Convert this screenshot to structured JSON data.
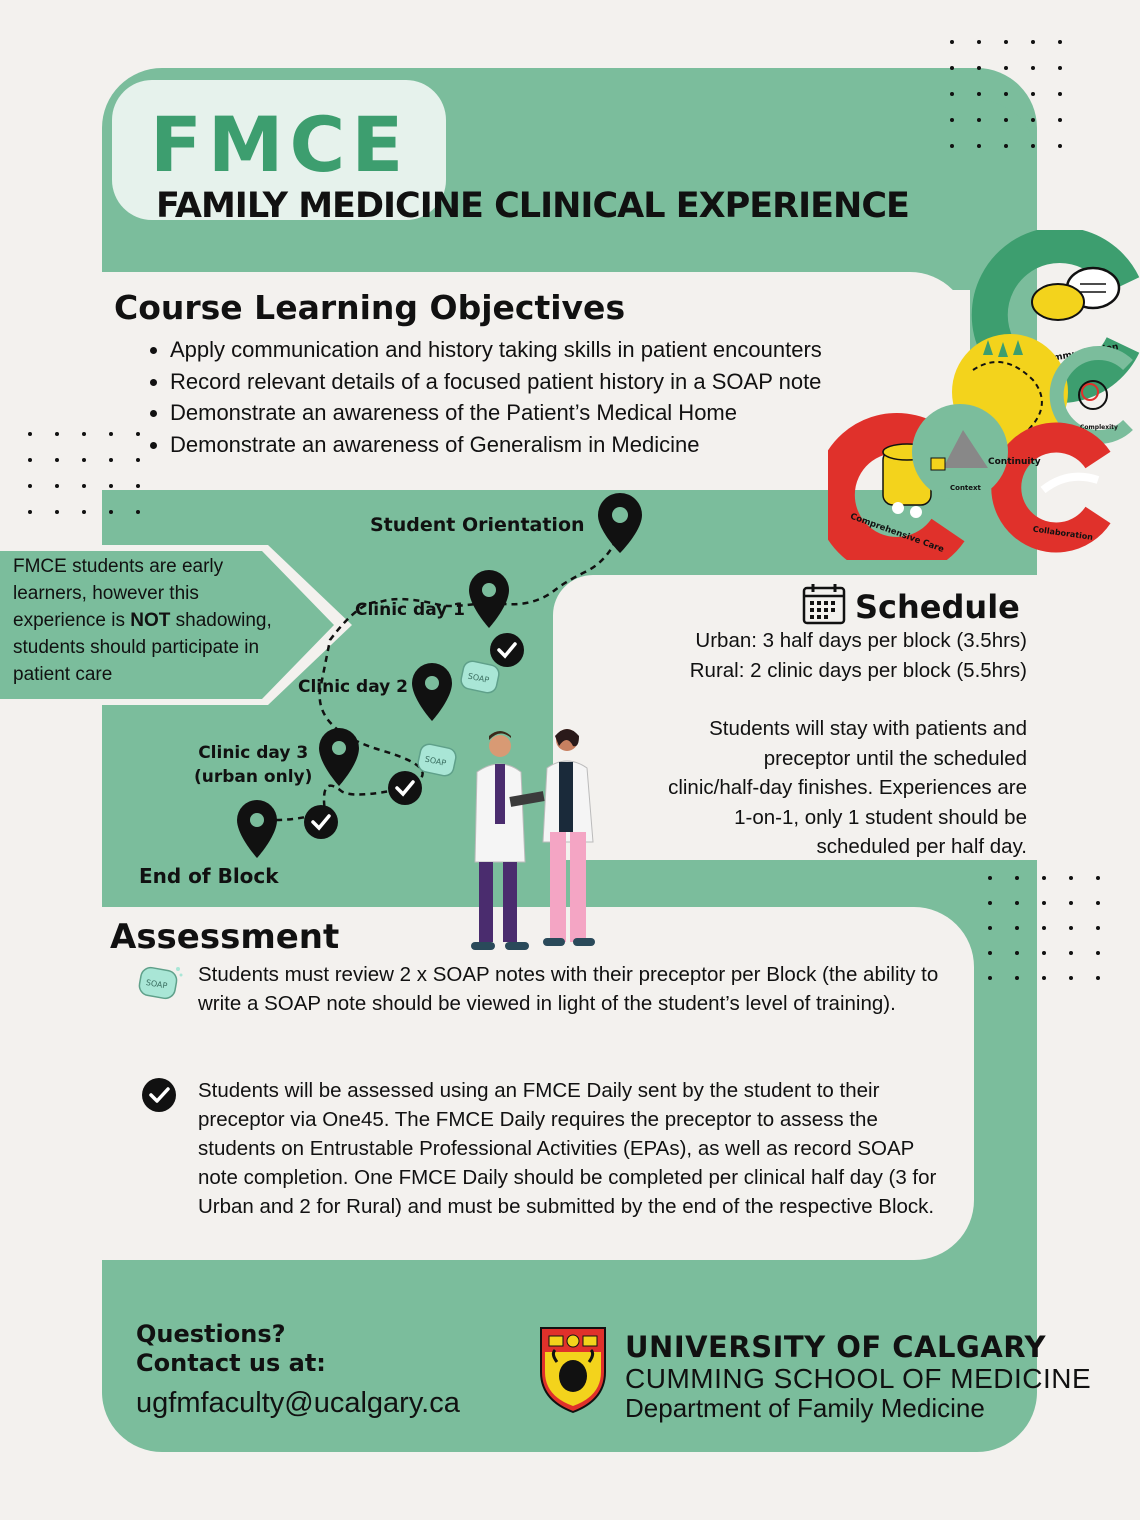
{
  "header": {
    "acronym": "FMCE",
    "full_title": "FAMILY MEDICINE CLINICAL EXPERIENCE"
  },
  "objectives": {
    "title": "Course Learning Objectives",
    "items": [
      "Apply communication and history taking skills in patient encounters",
      "Record relevant details of a focused patient history in a SOAP note",
      "Demonstrate an awareness of the Patient’s Medical Home",
      "Demonstrate an awareness of Generalism in Medicine"
    ]
  },
  "callout": {
    "part1": "FMCE students are early learners, however this experience is ",
    "emphasis": "NOT",
    "part2": " shadowing, students should participate in patient care"
  },
  "timeline": {
    "orientation": "Student Orientation",
    "day1": "Clinic day 1",
    "day2": "Clinic day 2",
    "day3_line1": "Clinic day 3",
    "day3_line2": "(urban only)",
    "end": "End of Block",
    "soap": "SOAP"
  },
  "schedule": {
    "title": "Schedule",
    "urban": "Urban: 3 half days per block (3.5hrs)",
    "rural": "Rural: 2 clinic days per block (5.5hrs)",
    "note_lines": [
      "Students will stay with patients and",
      "preceptor until the scheduled",
      "clinic/half-day finishes. Experiences are",
      "1-on-1, only 1 student should be",
      "scheduled per half day."
    ]
  },
  "wheel": {
    "communication": "Communication",
    "complexity": "Complexity",
    "continuity": "Continuity",
    "context": "Context",
    "comprehensive": "Comprehensive Care",
    "collaboration": "Collaboration"
  },
  "assessment": {
    "title": "Assessment",
    "item1": "Students must review 2 x SOAP notes with their preceptor per Block (the ability to write a SOAP note should be viewed in light of the student’s level of training).",
    "item2": "Students will be assessed using an FMCE Daily sent by the student to their preceptor via One45. The FMCE Daily requires the preceptor to assess the students on Entrustable Professional Activities (EPAs), as well as record SOAP note completion. One FMCE Daily should be completed per clinical half day (3 for Urban and 2 for Rural) and must be submitted by the end of the respective Block."
  },
  "contact": {
    "line1": "Questions?",
    "line2": "Contact us at:",
    "email": "ugfmfaculty@ucalgary.ca"
  },
  "university": {
    "name": "UNIVERSITY OF CALGARY",
    "school": "CUMMING SCHOOL OF MEDICINE",
    "department": "Department of Family Medicine"
  },
  "colors": {
    "green": "#7bbd9c",
    "dark_green": "#3d9e6f",
    "cream": "#f3f1ee",
    "red": "#e0312b",
    "yellow": "#f3d31c"
  }
}
